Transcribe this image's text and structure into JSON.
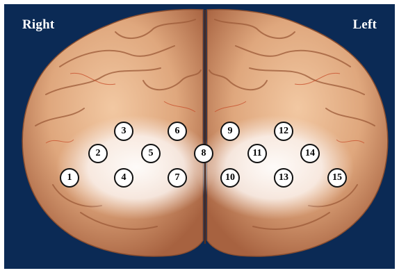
{
  "labels": {
    "right": "Right",
    "left": "Left"
  },
  "markers": [
    "1",
    "2",
    "3",
    "4",
    "5",
    "6",
    "7",
    "8",
    "9",
    "10",
    "11",
    "12",
    "13",
    "14",
    "15"
  ],
  "colors": {
    "background": "#0b2a55",
    "brain_skin": "#dfa77d",
    "brain_shadow": "#9c5a38",
    "vessel": "#c8502d",
    "highlight": "#ffffff"
  }
}
